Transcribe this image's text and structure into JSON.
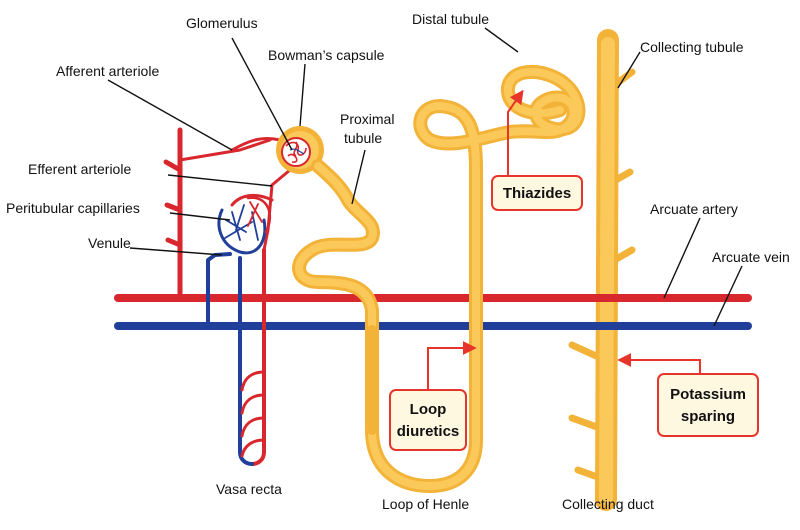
{
  "labels": {
    "glomerulus": "Glomerulus",
    "bowmans_capsule": "Bowman’s capsule",
    "afferent_arteriole": "Afferent arteriole",
    "efferent_arteriole": "Efferent arteriole",
    "peritubular_capillaries": "Peritubular capillaries",
    "venule": "Venule",
    "vasa_recta": "Vasa recta",
    "proximal_tubule_line1": "Proximal",
    "proximal_tubule_line2": "tubule",
    "distal_tubule": "Distal tubule",
    "collecting_tubule": "Collecting tubule",
    "arcuate_artery": "Arcuate artery",
    "arcuate_vein": "Arcuate vein",
    "loop_of_henle": "Loop of Henle",
    "collecting_duct": "Collecting duct"
  },
  "callouts": {
    "thiazides": "Thiazides",
    "loop_diuretics_line1": "Loop",
    "loop_diuretics_line2": "diuretics",
    "potassium_sparing_line1": "Potassium",
    "potassium_sparing_line2": "sparing"
  },
  "colors": {
    "tubule": "#F2B338",
    "artery": "#D9272E",
    "vein": "#1F3F9A",
    "callout_border": "#E8352B",
    "callout_fill": "#FFF8E1"
  }
}
